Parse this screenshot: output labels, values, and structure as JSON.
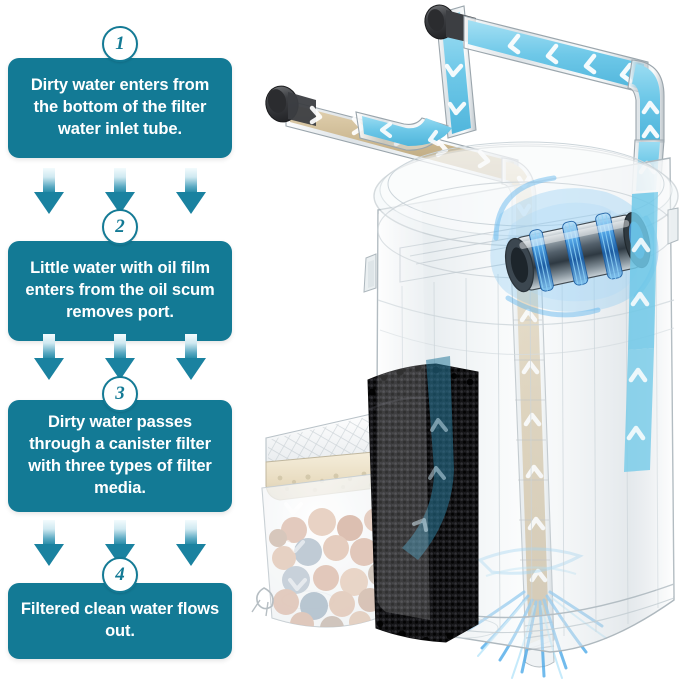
{
  "background_color": "#ffffff",
  "theme": {
    "box_color": "#137a95",
    "box_text_color": "#ffffff",
    "badge_ring_color": "#137a95",
    "arrow_color": "#1a82a0",
    "dirty_water_color": "#c9b48c",
    "clean_water_color": "#74cbe8",
    "chevron_color": "#ffffff",
    "tube_cap_color": "#3a3a3c",
    "sponge_color": "#1c1c1c",
    "pump_color": "#2a7fd4"
  },
  "steps": [
    {
      "number": "1",
      "text": "Dirty water enters from the bottom of the filter water inlet tube."
    },
    {
      "number": "2",
      "text": "Little water with oil film enters from the oil scum removes port."
    },
    {
      "number": "3",
      "text": "Dirty water passes through a canister filter with three types of filter media."
    },
    {
      "number": "4",
      "text": "Filtered clean water flows out."
    }
  ],
  "arrow_rows": [
    {
      "after_step": "1",
      "count": 3
    },
    {
      "after_step": "2",
      "count": 3
    },
    {
      "after_step": "3",
      "count": 3
    }
  ],
  "illustration": {
    "title": "aquarium-canister-filter-cutaway",
    "parts": [
      {
        "name": "dirty-water-inlet-tube",
        "label": "Dirty water inlet tube",
        "flow_color": "#c9b48c"
      },
      {
        "name": "oil-scum-skimmer-tube",
        "label": "Oil scum removes port tube",
        "flow_color": "#74cbe8"
      },
      {
        "name": "clean-water-outlet-tube",
        "label": "Clean water outlet tube",
        "flow_color": "#74cbe8"
      },
      {
        "name": "canister-body",
        "label": "Transparent canister body"
      },
      {
        "name": "pump-motor",
        "label": "Pump motor impeller"
      },
      {
        "name": "white-filter-pad",
        "label": "White mesh filter pad"
      },
      {
        "name": "bio-ball-media-bag",
        "label": "Mesh bag of ceramic bio media"
      },
      {
        "name": "black-sponge",
        "label": "Black sponge filter media"
      },
      {
        "name": "water-outflow-spray",
        "label": "Filtered water outflow"
      }
    ]
  }
}
